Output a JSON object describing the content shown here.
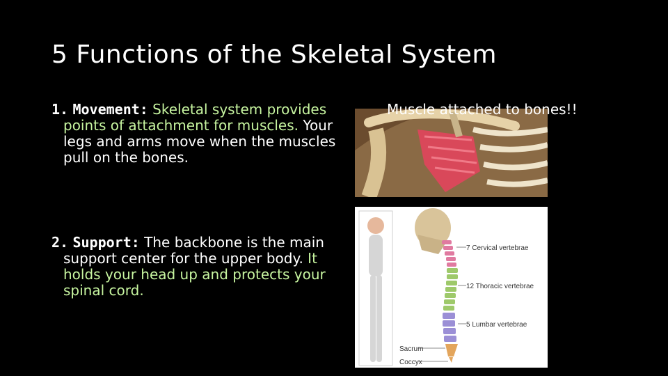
{
  "slide": {
    "title": "5 Functions of the Skeletal System",
    "points": [
      {
        "number": "1.",
        "keyword": "Movement:",
        "segments": [
          {
            "text": " Skeletal system provides points of attachment for muscles.",
            "color": "green"
          },
          {
            "text": " Your legs and arms move when the muscles pull on the bones.",
            "color": "white"
          }
        ]
      },
      {
        "number": "2.",
        "keyword": "Support:",
        "segments": [
          {
            "text": " The backbone is the main support center for the upper body.",
            "color": "white"
          },
          {
            "text": " It holds your head up and protects your spinal cord.",
            "color": "green"
          }
        ]
      }
    ],
    "image_caption": "Muscle attached to bones!!",
    "spine_labels": {
      "cervical": "7 Cervical vertebrae",
      "thoracic": "12 Thoracic vertebrae",
      "lumbar": "5 Lumbar vertebrae",
      "sacrum": "Sacrum",
      "coccyx": "Coccyx"
    }
  }
}
